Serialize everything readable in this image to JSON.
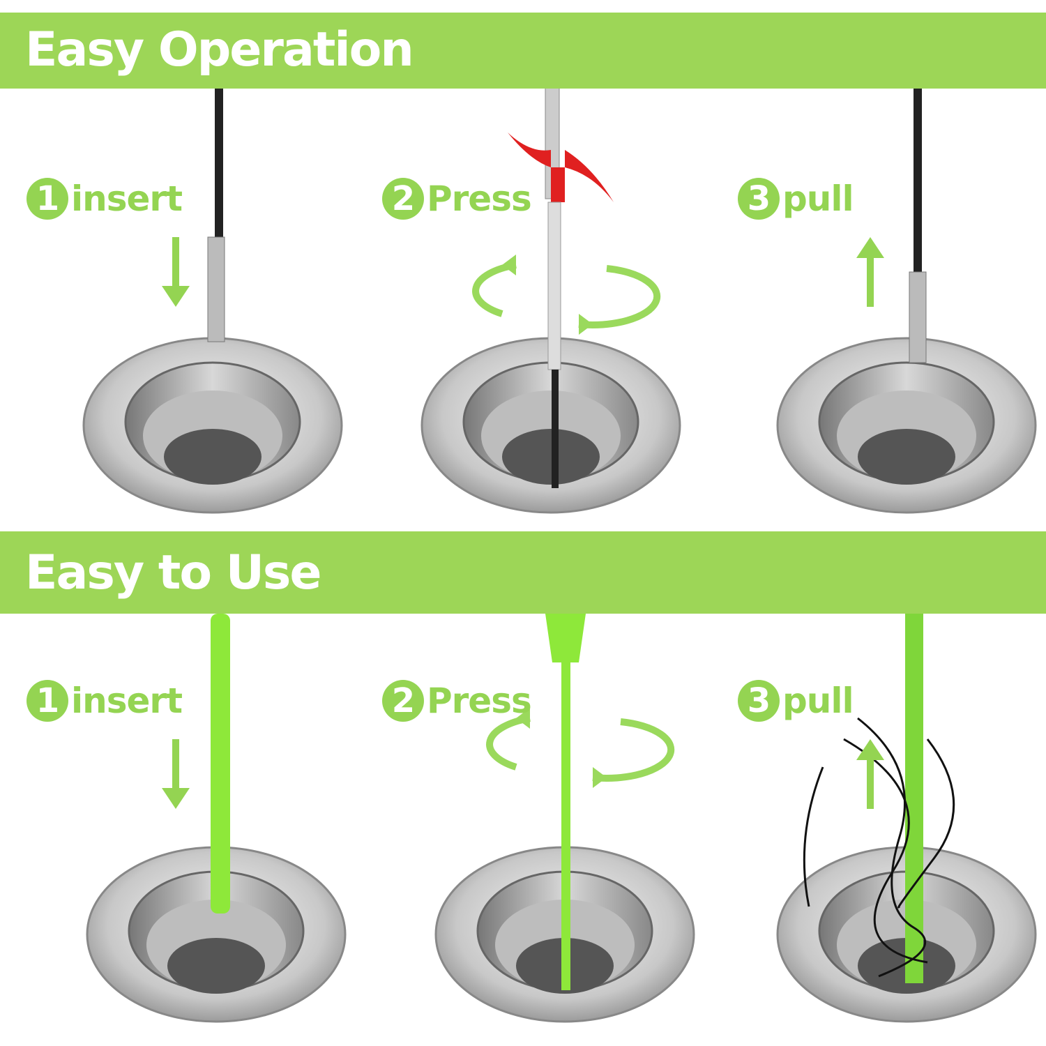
{
  "sections": [
    {
      "title": "Easy Operation",
      "steps": [
        {
          "num": "1",
          "label": "insert"
        },
        {
          "num": "2",
          "label": "Press"
        },
        {
          "num": "3",
          "label": "pull"
        }
      ]
    },
    {
      "title": "Easy to Use",
      "steps": [
        {
          "num": "1",
          "label": "insert"
        },
        {
          "num": "2",
          "label": "Press"
        },
        {
          "num": "3",
          "label": "pull"
        }
      ]
    }
  ],
  "colors": {
    "banner": "#9dd657",
    "accent": "#94d452",
    "tool_green": "#8ee83a",
    "red_handle": "#e02020"
  }
}
